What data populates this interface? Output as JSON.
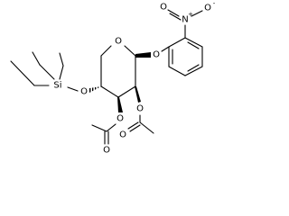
{
  "molecule": {
    "atoms": {
      "ring_oxygen": "O",
      "glycosidic_oxygen": "O",
      "silyl_ether_oxygen": "O",
      "acetate3_ester_oxygen": "O",
      "acetate3_carbonyl_oxygen": "O",
      "acetate2_ester_oxygen": "O",
      "acetate2_carbonyl_oxygen": "O",
      "silicon": "Si",
      "nitro_nitrogen": "N",
      "nitro_nitrogen_charge": "+",
      "nitro_oxygen_single": "O",
      "nitro_oxygen_single_charge": "-",
      "nitro_oxygen_double": "O"
    }
  }
}
